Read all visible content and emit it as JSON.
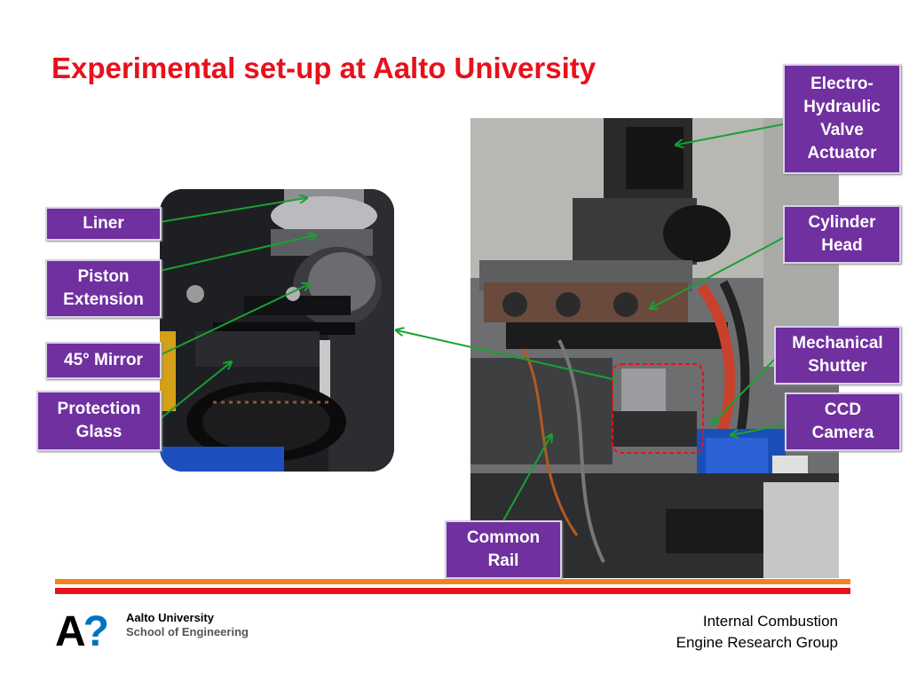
{
  "slide": {
    "title": "Experimental set-up at Aalto University"
  },
  "labels": {
    "liner": "Liner",
    "piston_extension": "Piston\nExtension",
    "mirror": "45° Mirror",
    "protection_glass": "Protection\nGlass",
    "valve_actuator": "Electro-\nHydraulic\nValve\nActuator",
    "cylinder_head": "Cylinder\nHead",
    "mechanical_shutter": "Mechanical\nShutter",
    "ccd_camera": "CCD\nCamera",
    "common_rail": "Common\nRail"
  },
  "footer": {
    "logo_letter": "A",
    "logo_mark": "?",
    "university": "Aalto University",
    "school": "School of Engineering",
    "group_line1": "Internal Combustion",
    "group_line2": "Engine Research Group"
  },
  "colors": {
    "title": "#e8101b",
    "label_bg": "#7030a0",
    "arrow": "#1aa033",
    "callout_box": "#e8101b",
    "bar_orange": "#f5821f",
    "bar_red": "#e8101b",
    "logo_blue": "#0073bf"
  }
}
